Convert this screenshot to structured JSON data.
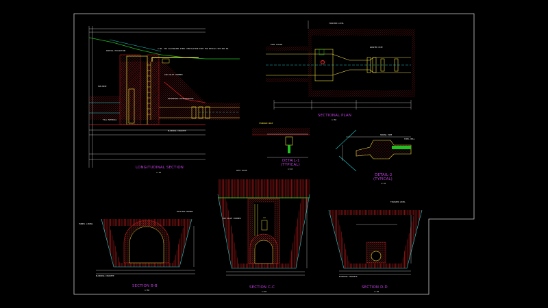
{
  "drawing": {
    "background": "#000000",
    "frame_color": "#d0d0d0",
    "colors": {
      "hatch": "#d02020",
      "structure": "#f0e040",
      "pipe": "#20d0d0",
      "dimension": "#e0e0e0",
      "green": "#20c020",
      "title": "#c040e0",
      "orange": "#e08020"
    },
    "views": [
      {
        "id": "longitudinal",
        "title": "LONGITUDINAL SECTION",
        "scale": "1:50"
      },
      {
        "id": "plan",
        "title": "SECTIONAL PLAN",
        "scale": "1:50"
      },
      {
        "id": "detail1",
        "title": "DETAIL-1",
        "subtitle": "(TYPICAL)",
        "scale": "1:10"
      },
      {
        "id": "detail2",
        "title": "DETAIL-2",
        "subtitle": "(TYPICAL)",
        "scale": "1:10"
      },
      {
        "id": "sectionBB",
        "title": "SECTION B-B",
        "scale": "1:50"
      },
      {
        "id": "sectionCC",
        "title": "SECTION C-C",
        "scale": "1:50"
      },
      {
        "id": "sectionDD",
        "title": "SECTION D-D",
        "scale": "1:50"
      }
    ],
    "notes": {
      "partial_excavation": "PARTIAL EXCAVATION",
      "existing_ground": "EXISTING GROUND",
      "sub_base": "SUB-BASE",
      "fill_material": "FILL MATERIAL",
      "blinding_concrete": "BLINDING CONCRETE",
      "standard_wrap": "STANDARD WRAP",
      "pipe_casing": "PIPE CASING",
      "air_valve_chamber": "AIR VALVE CHAMBER",
      "gate_valve": "GATE VALVE",
      "vent_pipe": "4 NO. 50% GALVANIZED STEEL VENTILATION PIPE FOR DETAILS SEE DWG NO.",
      "bitumen": "BITUMINOUS WATERPROOFING",
      "tunnel_lining": "TUNNEL LINING",
      "finished_level": "FINISHED LEVEL",
      "grouted_pipe": "GROUTED PIPE",
      "spring_pipe": "SPRING PIPE",
      "steel_bell": "STEEL BELL",
      "tunnel_lining_dim": "TUNNEL LINING 1.0m DIA.",
      "blinding_concrete_dim": "BLINDING CONCRETE 100 THICK"
    }
  }
}
